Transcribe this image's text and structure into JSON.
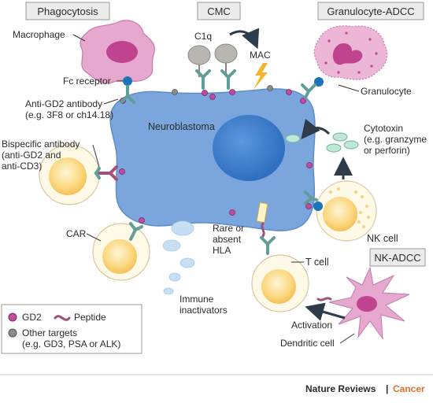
{
  "headers": {
    "phagocytosis": "Phagocytosis",
    "cmc": "CMC",
    "granulocyte_adcc": "Granulocyte-ADCC",
    "nk_adcc": "NK-ADCC"
  },
  "labels": {
    "macrophage": "Macrophage",
    "fc_receptor": "Fc receptor",
    "anti_gd2_line1": "Anti-GD2 antibody",
    "anti_gd2_line2": "(e.g. 3F8 or ch14.18)",
    "c1q": "C1q",
    "mac": "MAC",
    "granulocyte": "Granulocyte",
    "neuroblastoma": "Neuroblastoma",
    "cytotoxin_line1": "Cytotoxin",
    "cytotoxin_line2": "(e.g. granzyme",
    "cytotoxin_line3": "or perforin)",
    "bispecific_line1": "Bispecific antibody",
    "bispecific_line2": "(anti-GD2 and",
    "bispecific_line3": "anti-CD3)",
    "nk_cell": "NK cell",
    "car": "CAR",
    "hla_line1": "Rare or",
    "hla_line2": "absent",
    "hla_line3": "HLA",
    "t_cell": "T cell",
    "immune_line1": "Immune",
    "immune_line2": "inactivators",
    "activation": "Activation",
    "dendritic_cell": "Dendritic cell"
  },
  "legend": {
    "gd2": "GD2",
    "peptide": "Peptide",
    "other_line1": "Other targets",
    "other_line2": "(e.g. GD3, PSA or ALK)"
  },
  "footer": {
    "journal": "Nature Reviews",
    "separator": "|",
    "section": "Cancer"
  },
  "colors": {
    "tumor": "#7aa6dd",
    "nucleus": "#3f7fcf",
    "macrophage": "#e7a8cf",
    "granulocyte": "#ecb6d6",
    "immune_cell": "#fbd67c",
    "gd2_dot": "#c44aa0",
    "receptor_teal": "#5f9f98",
    "fc_blue": "#1b74b8",
    "grey_targets": "#8e8a86",
    "cancer_accent": "#e0732b"
  }
}
